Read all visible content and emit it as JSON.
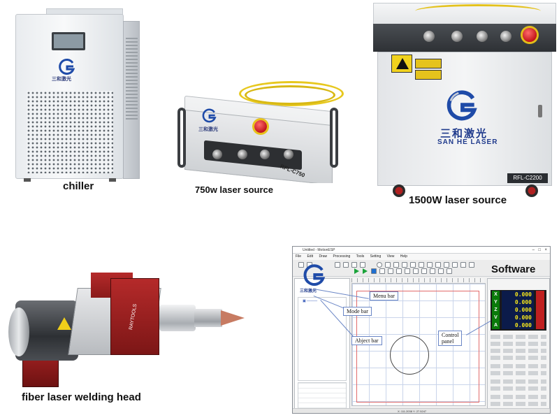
{
  "captions": {
    "chiller": "chiller",
    "laser_750": "750w laser source",
    "laser_1500": "1500W laser source",
    "welding_head": "fiber laser welding head",
    "software": "Software"
  },
  "chiller": {
    "brand_cn": "三和激光"
  },
  "laser_750": {
    "brand_cn": "三和激光",
    "model": "RFL-C750"
  },
  "laser_1500": {
    "brand_cn": "三和激光",
    "brand_en": "SAN HE LASER",
    "model": "RFL-C2200"
  },
  "welding_head": {
    "brand": "RAYTOOLS"
  },
  "software": {
    "window_title": "Untitled - MotionESP",
    "menu": [
      "File",
      "Edit",
      "Draw",
      "Processing",
      "Tools",
      "Setting",
      "View",
      "Help"
    ],
    "brand_cn": "三和激光",
    "callouts": {
      "menu_bar": "Menu bar",
      "mode_bar": "Mode bar",
      "object_bar": "Abject bar",
      "control_panel_line1": "Control",
      "control_panel_line2": "panel"
    },
    "dro": [
      {
        "axis": "X",
        "value": "0.000"
      },
      {
        "axis": "Y",
        "value": "0.000"
      },
      {
        "axis": "Z",
        "value": "0.000"
      },
      {
        "axis": "V",
        "value": "0.000"
      },
      {
        "axis": "A",
        "value": "0.000"
      }
    ],
    "status_text": "X: 111.2038  Y: 27.5247"
  },
  "colors": {
    "fiber_yellow": "#e7c81e",
    "estop_red": "#c0141a",
    "brand_blue": "#1f3a8c",
    "dro_green": "#0a7a0a",
    "dro_digits": "#f5e51b"
  }
}
